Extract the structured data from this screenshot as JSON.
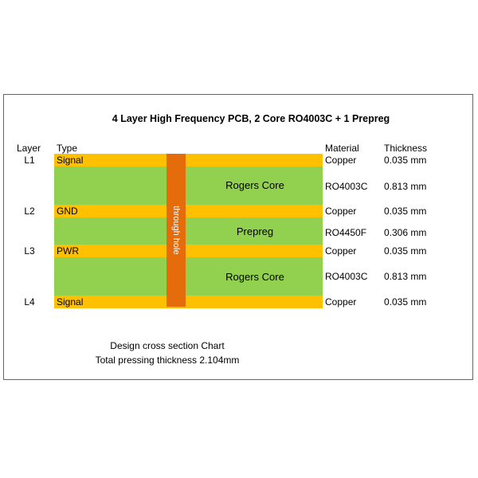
{
  "title": "4 Layer High Frequency PCB, 2 Core RO4003C + 1 Prepreg",
  "headers": {
    "layer": "Layer",
    "type": "Type",
    "material": "Material",
    "thickness": "Thickness"
  },
  "layers": [
    {
      "id": "L1",
      "type": "Signal",
      "material": "Copper",
      "thickness": "0.035 mm"
    },
    {
      "id": "L2",
      "type": "GND",
      "material": "Copper",
      "thickness": "0.035 mm"
    },
    {
      "id": "L3",
      "type": "PWR",
      "material": "Copper",
      "thickness": "0.035 mm"
    },
    {
      "id": "L4",
      "type": "Signal",
      "material": "Copper",
      "thickness": "0.035 mm"
    }
  ],
  "dielectrics": [
    {
      "label": "Rogers Core",
      "material": "RO4003C",
      "thickness": "0.813 mm"
    },
    {
      "label": "Prepreg",
      "material": "RO4450F",
      "thickness": "0.306 mm"
    },
    {
      "label": "Rogers Core",
      "material": "RO4003C",
      "thickness": "0.813 mm"
    }
  ],
  "via_label": "through hole",
  "caption": {
    "line1": "Design cross section Chart",
    "line2": "Total pressing thickness 2.104mm"
  },
  "colors": {
    "copper": "#ffc000",
    "dielectric": "#92d050",
    "via": "#e46c0a"
  }
}
